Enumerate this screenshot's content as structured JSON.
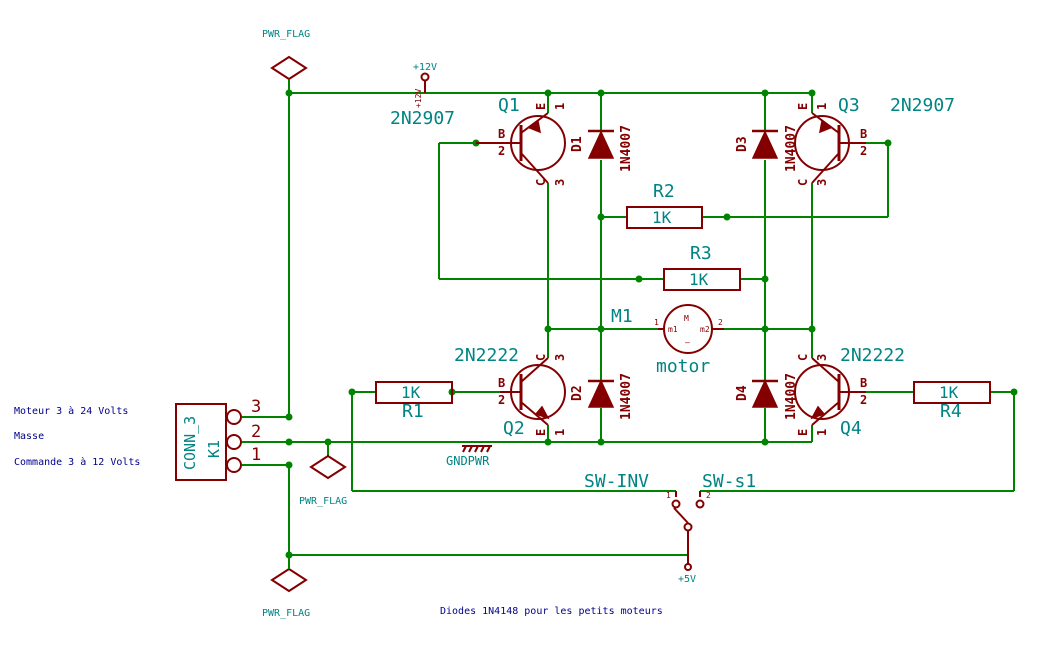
{
  "pwr_flag": "PWR_FLAG",
  "supply_pos": "+12V",
  "supply_vert": "+12V",
  "supply_5v": "+5V",
  "gndpwr": "GNDPWR",
  "note": "Diodes 1N4148 pour les petits moteurs",
  "labels": {
    "moteur": "Moteur 3 à 24 Volts",
    "masse": "Masse",
    "commande": "Commande 3 à 12 Volts"
  },
  "connector": {
    "ref": "K1",
    "value": "CONN_3",
    "pins": [
      "3",
      "2",
      "1"
    ]
  },
  "transistors": {
    "q1": {
      "ref": "Q1",
      "value": "2N2907",
      "pins": {
        "b": "B",
        "b_num": "2",
        "e": "E",
        "e_num": "1",
        "c": "C",
        "c_num": "3"
      }
    },
    "q3": {
      "ref": "Q3",
      "value": "2N2907",
      "pins": {
        "b": "B",
        "b_num": "2",
        "e": "E",
        "e_num": "1",
        "c": "C",
        "c_num": "3"
      }
    },
    "q2": {
      "ref": "Q2",
      "value": "2N2222",
      "pins": {
        "b": "B",
        "b_num": "2",
        "e": "E",
        "e_num": "1",
        "c": "C",
        "c_num": "3"
      }
    },
    "q4": {
      "ref": "Q4",
      "value": "2N2222",
      "pins": {
        "b": "B",
        "b_num": "2",
        "e": "E",
        "e_num": "1",
        "c": "C",
        "c_num": "3"
      }
    }
  },
  "diodes": {
    "d1": {
      "ref": "D1",
      "value": "1N4007"
    },
    "d2": {
      "ref": "D2",
      "value": "1N4007"
    },
    "d3": {
      "ref": "D3",
      "value": "1N4007"
    },
    "d4": {
      "ref": "D4",
      "value": "1N4007"
    }
  },
  "resistors": {
    "r1": {
      "ref": "R1",
      "value": "1K"
    },
    "r2": {
      "ref": "R2",
      "value": "1K"
    },
    "r3": {
      "ref": "R3",
      "value": "1K"
    },
    "r4": {
      "ref": "R4",
      "value": "1K"
    }
  },
  "motor": {
    "ref": "M1",
    "value": "motor",
    "symbol": "M",
    "minus": "–",
    "pin1": "m1",
    "pin2": "m2",
    "pin1_num": "1",
    "pin2_num": "2"
  },
  "switch": {
    "ref": "SW-INV",
    "value": "SW-s1",
    "pin1": "1",
    "pin2": "2"
  }
}
